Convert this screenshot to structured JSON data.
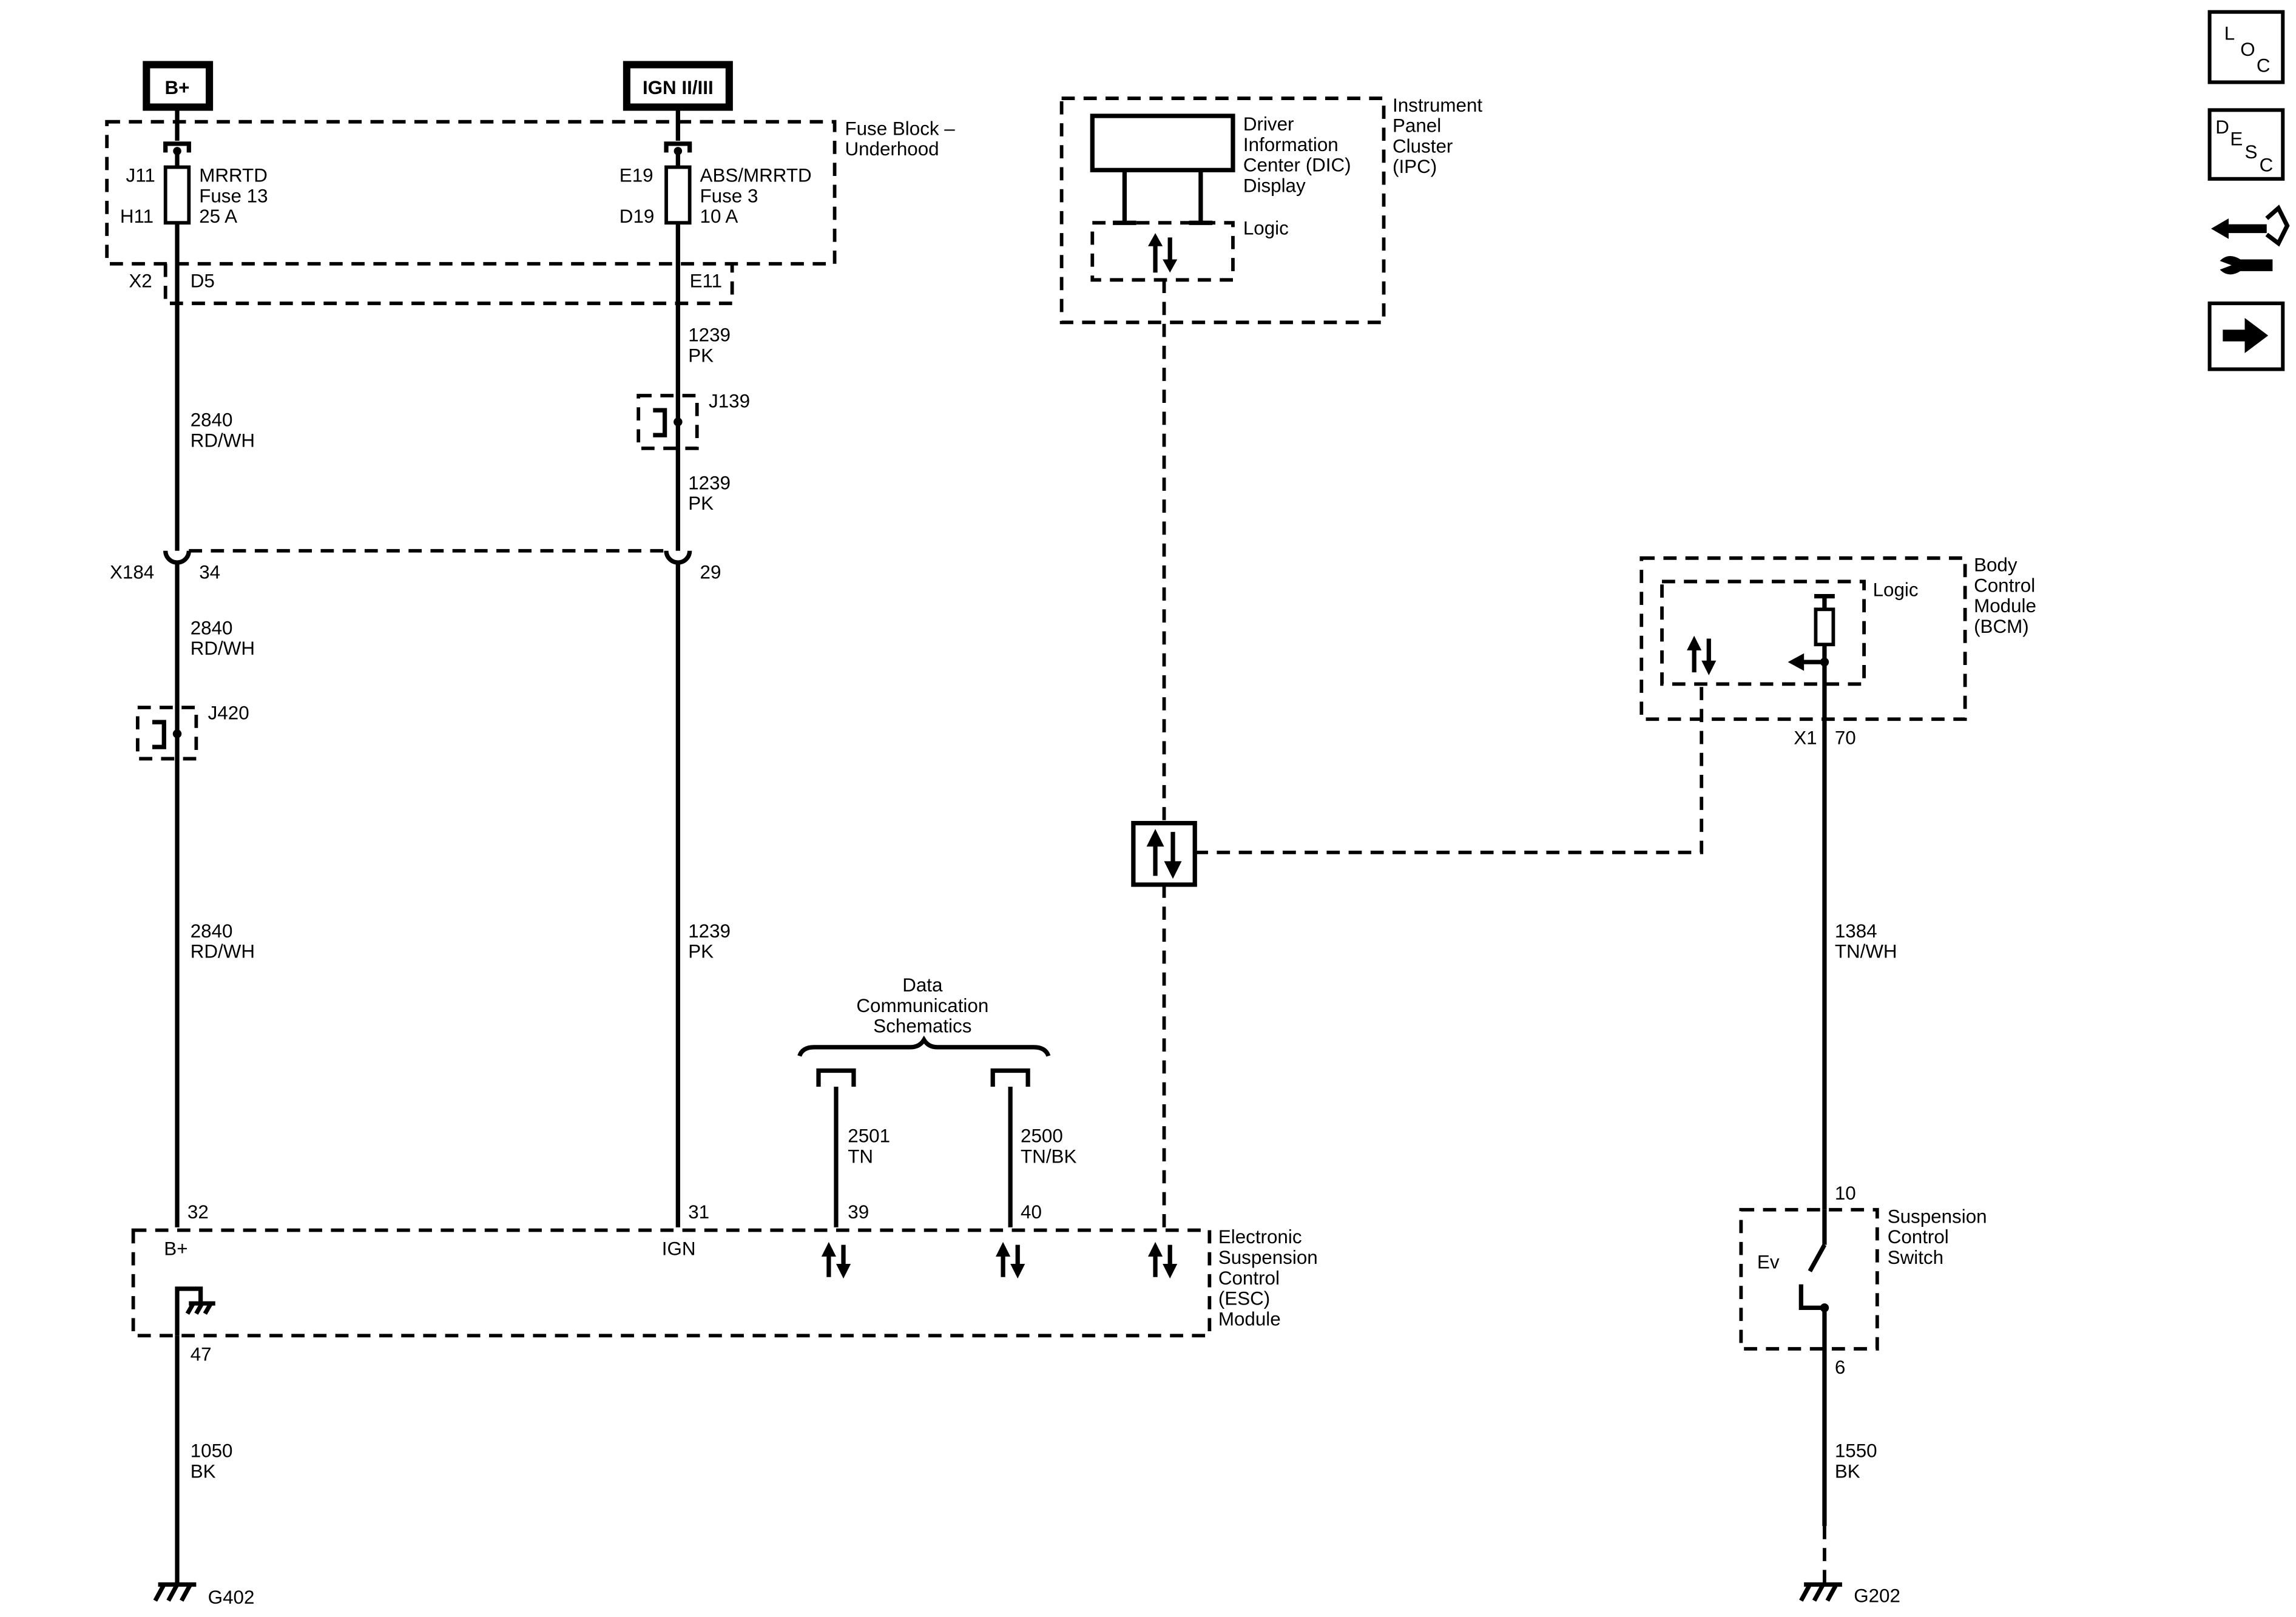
{
  "colors": {
    "line": "#000000",
    "background": "#ffffff"
  },
  "sources": {
    "batt": "B+",
    "ign": "IGN II/III"
  },
  "fuse_block": {
    "label_1": "Fuse Block –",
    "label_2": "Underhood",
    "fuse13": {
      "in_pin": "J11",
      "out_pin": "H11",
      "name": "MRRTD",
      "fuse": "Fuse 13",
      "amps": "25 A"
    },
    "fuse3": {
      "in_pin": "E19",
      "out_pin": "D19",
      "name": "ABS/MRRTD",
      "fuse": "Fuse 3",
      "amps": "10 A"
    },
    "connector": "X2",
    "pin_b": "D5",
    "pin_ign": "E11"
  },
  "wires": {
    "w2840": {
      "num": "2840",
      "color": "RD/WH"
    },
    "w1239": {
      "num": "1239",
      "color": "PK"
    },
    "w2501": {
      "num": "2501",
      "color": "TN"
    },
    "w2500": {
      "num": "2500",
      "color": "TN/BK"
    },
    "w1384": {
      "num": "1384",
      "color": "TN/WH"
    },
    "w1050": {
      "num": "1050",
      "color": "BK"
    },
    "w1550": {
      "num": "1550",
      "color": "BK"
    }
  },
  "splices": {
    "j139": "J139",
    "j420": "J420"
  },
  "inline_connector": {
    "name": "X184",
    "pin_b": "34",
    "pin_ign": "29"
  },
  "ipc": {
    "l1": "Instrument",
    "l2": "Panel",
    "l3": "Cluster",
    "l4": "(IPC)",
    "dic1": "Driver",
    "dic2": "Information",
    "dic3": "Center (DIC)",
    "dic4": "Display",
    "logic": "Logic"
  },
  "bcm": {
    "l1": "Body",
    "l2": "Control",
    "l3": "Module",
    "l4": "(BCM)",
    "logic": "Logic",
    "connector": "X1",
    "pin": "70"
  },
  "data_comm": {
    "l1": "Data",
    "l2": "Communication",
    "l3": "Schematics"
  },
  "esc": {
    "l1": "Electronic",
    "l2": "Suspension",
    "l3": "Control",
    "l4": "(ESC)",
    "l5": "Module",
    "pin_b": "32",
    "pin_ign": "31",
    "pin_39": "39",
    "pin_40": "40",
    "pin_gnd": "47",
    "label_b": "B+",
    "label_ign": "IGN"
  },
  "switch": {
    "l1": "Suspension",
    "l2": "Control",
    "l3": "Switch",
    "pin_top": "10",
    "pin_bot": "6",
    "mark": "Ev"
  },
  "grounds": {
    "g402": "G402",
    "g202": "G202"
  },
  "nav": {
    "loc": [
      "L",
      "O",
      "C"
    ],
    "desc": [
      "D",
      "E",
      "S",
      "C"
    ],
    "icons": [
      "connector-wrench-icon",
      "arrow-right-icon"
    ]
  }
}
